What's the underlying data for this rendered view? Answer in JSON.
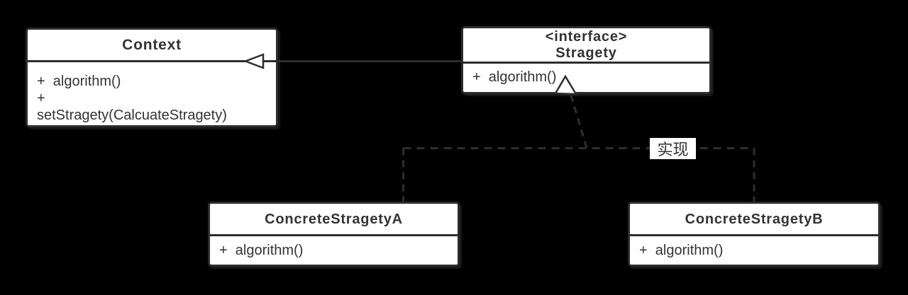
{
  "colors": {
    "background": "#000000",
    "box_fill": "#ffffff",
    "stroke": "#2d2d2d",
    "text": "#333333"
  },
  "classes": {
    "context": {
      "title": "Context",
      "members": [
        "+  algorithm()",
        "+",
        "setStragety(CalcuateStragety)"
      ]
    },
    "stragety_interface": {
      "stereotype": "<interface>",
      "title": "Stragety",
      "members": [
        "+  algorithm()"
      ]
    },
    "concrete_a": {
      "title": "ConcreteStragetyA",
      "members": [
        "+  algorithm()"
      ]
    },
    "concrete_b": {
      "title": "ConcreteStragetyB",
      "members": [
        "+  algorithm()"
      ]
    }
  },
  "relations": {
    "realization_label": "实现"
  }
}
